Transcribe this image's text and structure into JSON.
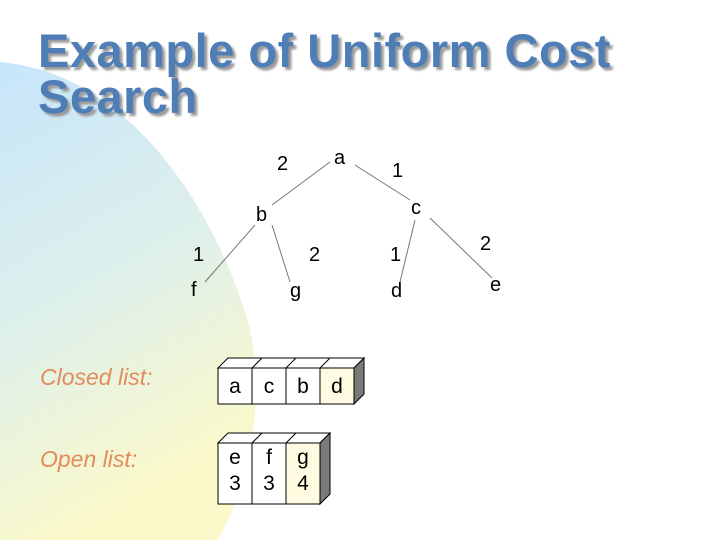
{
  "title": {
    "line1": "Example of Uniform Cost",
    "line2": "Search"
  },
  "tree": {
    "nodes": {
      "a": "a",
      "b": "b",
      "c": "c",
      "d": "d",
      "e": "e",
      "f": "f",
      "g": "g"
    },
    "edge_costs": {
      "a_b": "2",
      "a_c": "1",
      "b_f": "1",
      "b_g": "2",
      "c_d": "1",
      "c_e": "2"
    }
  },
  "closed_list": {
    "label": "Closed list:",
    "items": [
      "a",
      "c",
      "b",
      "d"
    ]
  },
  "open_list": {
    "label": "Open list:",
    "items": [
      {
        "node": "e",
        "cost": "3"
      },
      {
        "node": "f",
        "cost": "3"
      },
      {
        "node": "g",
        "cost": "4"
      }
    ]
  },
  "colors": {
    "title": "#4f7db6",
    "list_label": "#e38b5c",
    "box_side": "#7a7a7a",
    "box_highlight": "#fffbe0"
  }
}
